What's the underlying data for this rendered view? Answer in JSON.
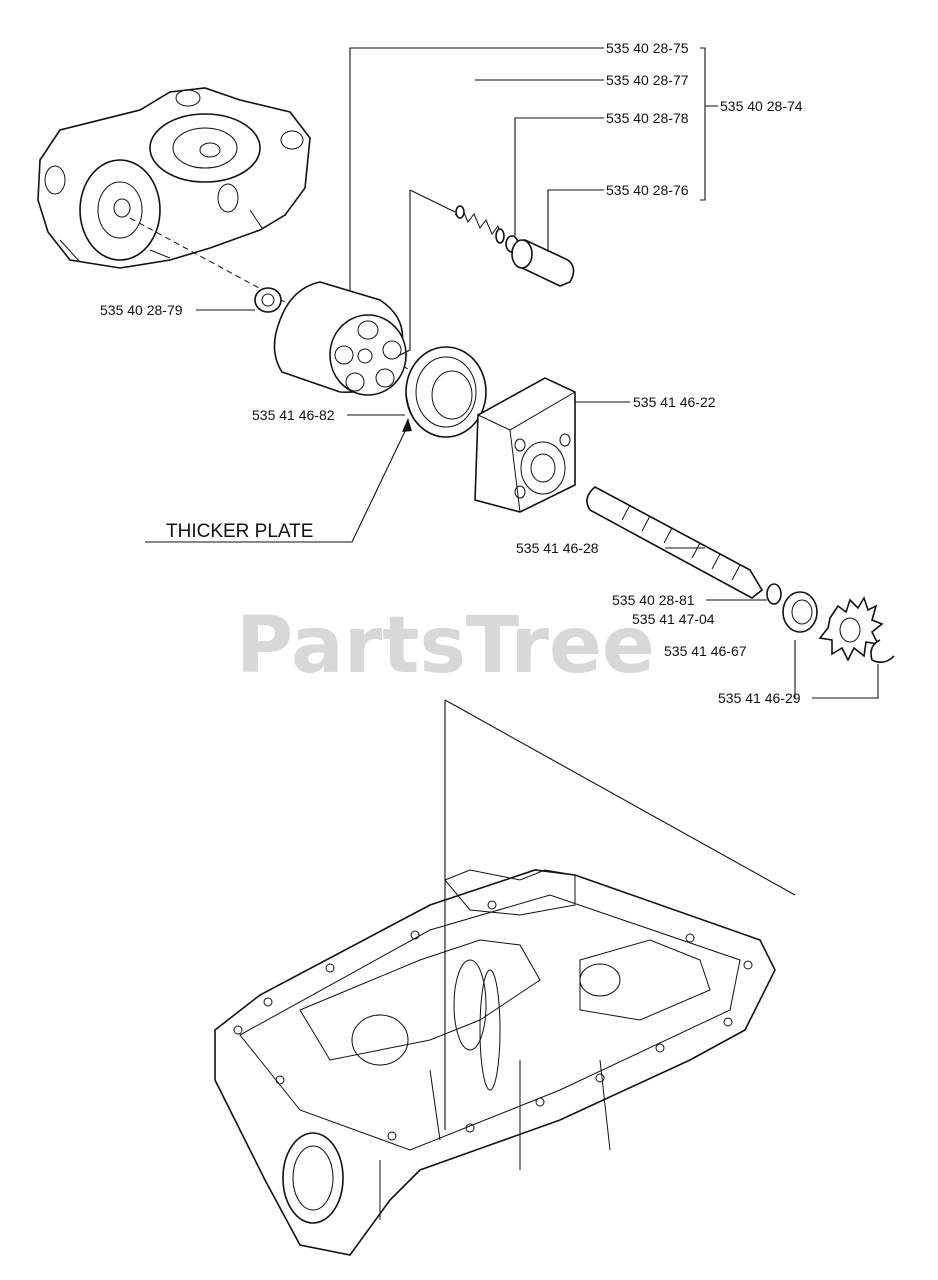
{
  "watermark": "PartsTree",
  "note": "THICKER PLATE",
  "parts": {
    "p75": "535 40 28-75",
    "p77": "535 40 28-77",
    "p74": "535 40 28-74",
    "p78": "535 40 28-78",
    "p76": "535 40 28-76",
    "p79": "535 40 28-79",
    "p82": "535 41 46-82",
    "p22": "535 41 46-22",
    "p28": "535 41 46-28",
    "p81": "535 40 28-81",
    "p04": "535 41 47-04",
    "p67": "535 41 46-67",
    "p29": "535 41 46-29"
  }
}
